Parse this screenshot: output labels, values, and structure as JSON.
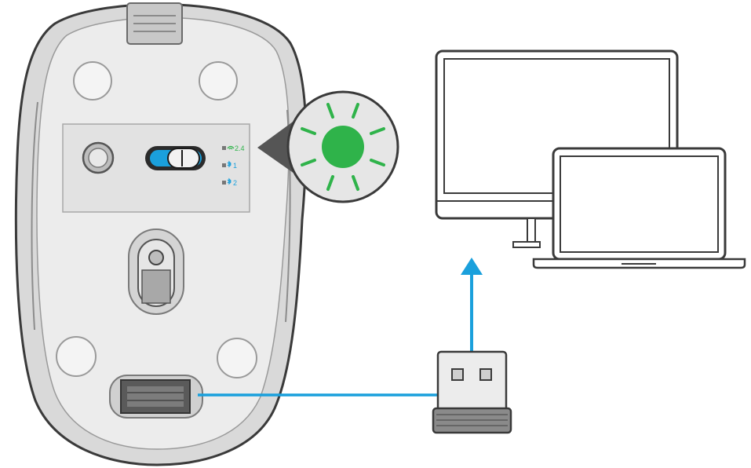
{
  "modes": [
    {
      "icon": "wifi-2.4g-icon",
      "label": "2.4",
      "color": "#2fb34a"
    },
    {
      "icon": "bluetooth-icon",
      "label": "1",
      "color": "#1aa0dc"
    },
    {
      "icon": "bluetooth-icon",
      "label": "2",
      "color": "#1aa0dc"
    }
  ],
  "colors": {
    "led_green": "#2fb34a",
    "connection_line": "#1aa0dc",
    "switch_blue": "#1aa0dc",
    "outline": "#3a3a3a"
  },
  "status": {
    "active_mode": "2.4",
    "led_state": "on-green"
  }
}
